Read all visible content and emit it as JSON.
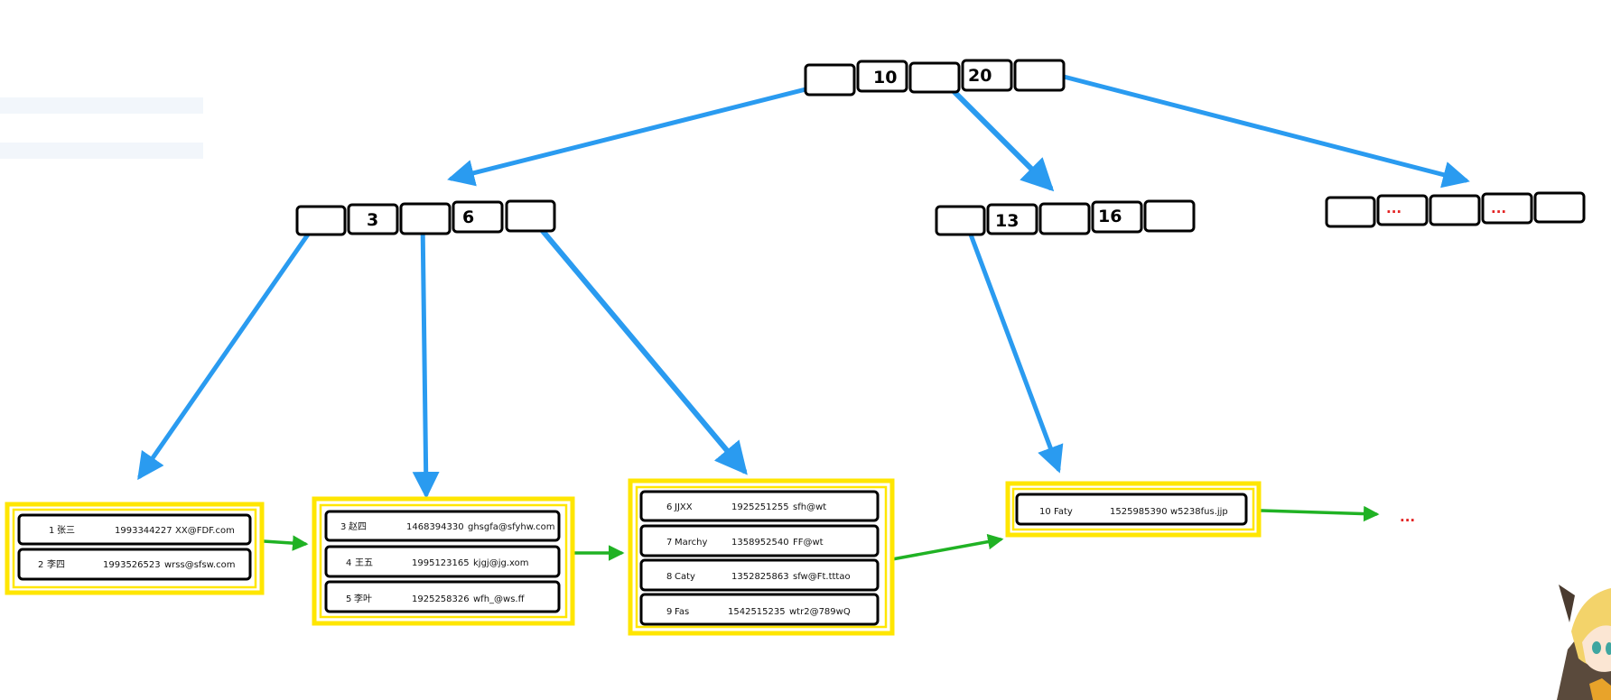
{
  "root": {
    "keys": [
      "10",
      "20"
    ]
  },
  "internal_left": {
    "keys": [
      "3",
      "6"
    ]
  },
  "internal_mid": {
    "keys": [
      "13",
      "16"
    ]
  },
  "internal_right": {
    "keys": [
      "...",
      "..."
    ]
  },
  "leaves": [
    {
      "rows": [
        {
          "id": "1",
          "name": "张三",
          "phone": "1993344227",
          "email": "XX@FDF.com"
        },
        {
          "id": "2",
          "name": "李四",
          "phone": "1993526523",
          "email": "wrss@sfsw.com"
        }
      ]
    },
    {
      "rows": [
        {
          "id": "3",
          "name": "赵四",
          "phone": "1468394330",
          "email": "ghsgfa@sfyhw.com"
        },
        {
          "id": "4",
          "name": "王五",
          "phone": "1995123165",
          "email": "kjgj@jg.xom"
        },
        {
          "id": "5",
          "name": "李叶",
          "phone": "1925258326",
          "email": "wfh_@ws.ff"
        }
      ]
    },
    {
      "rows": [
        {
          "id": "6",
          "name": "JJXX",
          "phone": "1925251255",
          "email": "sfh@wt"
        },
        {
          "id": "7",
          "name": "Marchy",
          "phone": "1358952540",
          "email": "FF@wt"
        },
        {
          "id": "8",
          "name": "Caty",
          "phone": "1352825863",
          "email": "sfw@Ft.tttao"
        },
        {
          "id": "9",
          "name": "Fas",
          "phone": "1542515235",
          "email": "wtr2@789wQ"
        }
      ]
    },
    {
      "rows": [
        {
          "id": "10",
          "name": "Faty",
          "phone": "1525985390",
          "email": "w5238fus.jjp"
        }
      ]
    }
  ],
  "continuation": "...",
  "colors": {
    "pointer_edge": "#2a9bf0",
    "leaf_link": "#20b224",
    "leaf_frame": "#ffe600",
    "ellipsis": "#e32222"
  },
  "icons": {
    "mascot": "cat-eared-mascot-icon"
  }
}
